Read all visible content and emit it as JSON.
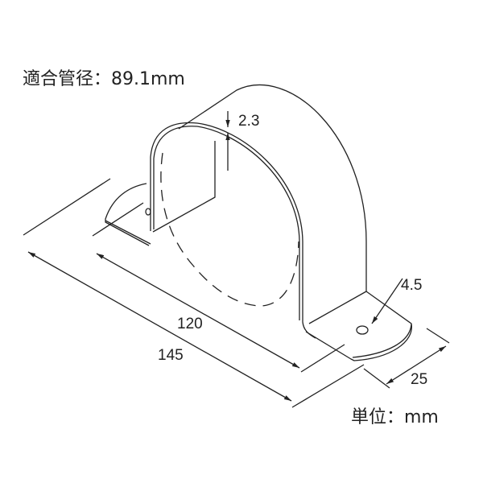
{
  "title": "適合管径：89.1mm",
  "unit": "単位：mm",
  "dimensions": {
    "thickness": "2.3",
    "hole": "4.5",
    "inner_length": "120",
    "total_length": "145",
    "width": "25"
  },
  "colors": {
    "line": "#222222",
    "background": "#ffffff"
  }
}
